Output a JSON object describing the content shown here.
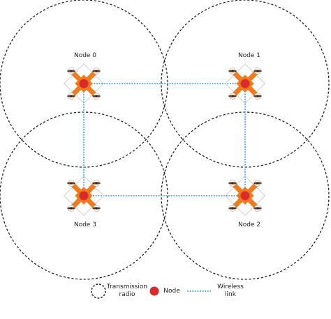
{
  "nodes": [
    {
      "id": 0,
      "label": "Node 0"
    },
    {
      "id": 1,
      "label": "Node 1"
    },
    {
      "id": 2,
      "label": "Node 2"
    },
    {
      "id": 3,
      "label": "Node 3"
    }
  ],
  "links": [
    [
      0,
      1
    ],
    [
      1,
      2
    ],
    [
      2,
      3
    ],
    [
      3,
      0
    ]
  ],
  "legend": {
    "radio": "Transmission\nradio",
    "node": "Node",
    "link": "Wireless\nlink"
  },
  "colors": {
    "node_fill": "#d92b2b",
    "drone_body": "#f07a1c",
    "link": "#2aa4d8",
    "radio": "#222222",
    "rotor": "#6b3a21"
  },
  "icons": {
    "node": "quadcopter-drone-icon",
    "radio": "dashed-circle-icon",
    "link": "dotted-line-icon"
  }
}
